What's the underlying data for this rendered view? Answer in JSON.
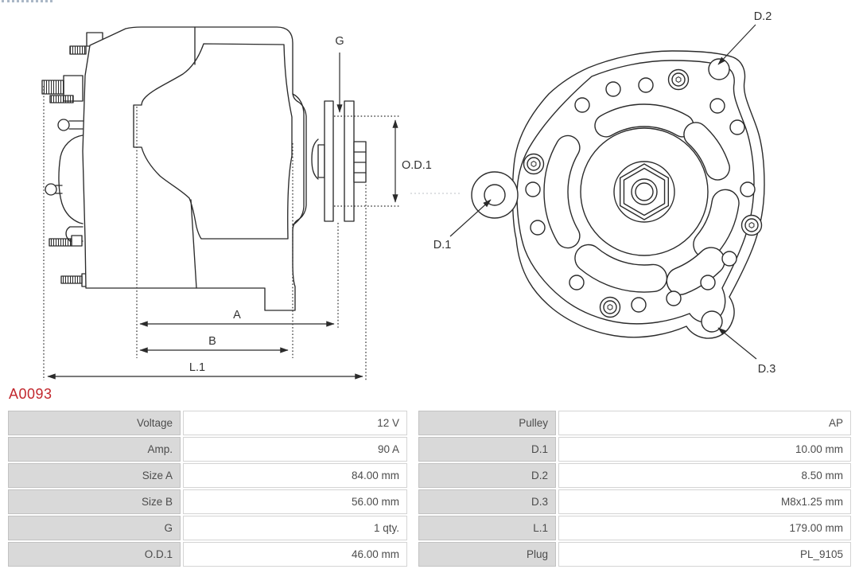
{
  "part_number": "A0093",
  "colors": {
    "accent": "#c2272d",
    "line": "#2b2b2b",
    "table_label_bg": "#d9d9d9"
  },
  "diagram": {
    "side_view_labels": {
      "g": "G",
      "od1": "O.D.1",
      "a": "A",
      "b": "B",
      "l1": "L.1"
    },
    "rear_view_labels": {
      "d1": "D.1",
      "d2": "D.2",
      "d3": "D.3"
    }
  },
  "table": {
    "rows": [
      {
        "cells": [
          "Voltage",
          "12 V",
          "Pulley",
          "AP"
        ]
      },
      {
        "cells": [
          "Amp.",
          "90 A",
          "D.1",
          "10.00 mm"
        ]
      },
      {
        "cells": [
          "Size A",
          "84.00 mm",
          "D.2",
          "8.50 mm"
        ]
      },
      {
        "cells": [
          "Size B",
          "56.00 mm",
          "D.3",
          "M8x1.25 mm"
        ]
      },
      {
        "cells": [
          "G",
          "1 qty.",
          "L.1",
          "179.00 mm"
        ]
      },
      {
        "cells": [
          "O.D.1",
          "46.00 mm",
          "Plug",
          "PL_9105"
        ]
      }
    ]
  }
}
